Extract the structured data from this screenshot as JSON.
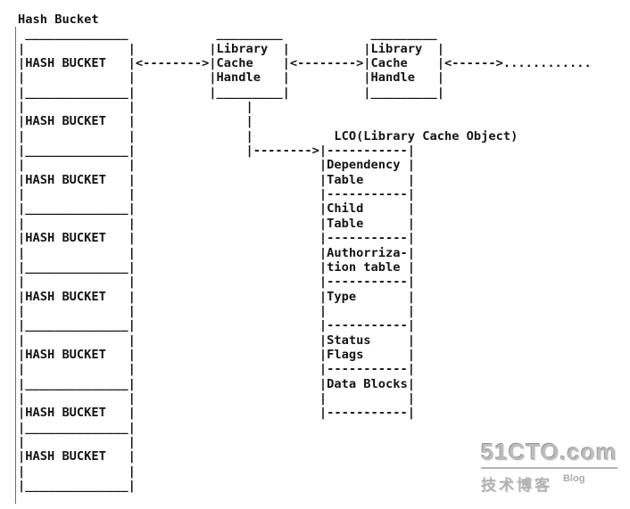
{
  "page": {
    "background_color": "#ffffff",
    "text_color": "#141414",
    "watermark_color": "#b5b5b5"
  },
  "diagram": {
    "title": "Hash Bucket",
    "hash_bucket_labels": [
      "HASH BUCKET",
      "HASH BUCKET",
      "HASH BUCKET",
      "HASH BUCKET",
      "HASH BUCKET",
      "HASH BUCKET",
      "HASH BUCKET",
      "HASH BUCKET"
    ],
    "handle_boxes": [
      {
        "lines": [
          "Library",
          "Cache",
          "Handle"
        ]
      },
      {
        "lines": [
          "Library",
          "Cache",
          "Handle"
        ]
      }
    ],
    "chain_arrows": [
      "<-------->",
      "<-------->",
      "<------>"
    ],
    "chain_continuation_dots": "............",
    "lco": {
      "title": "LCO(Library Cache Object)",
      "link_arrow": "|-------->",
      "sections": [
        {
          "lines": [
            "Dependency",
            "Table"
          ]
        },
        {
          "lines": [
            "Child",
            "Table"
          ]
        },
        {
          "lines": [
            "Authorriza-",
            "tion table"
          ]
        },
        {
          "lines": [
            "Type"
          ]
        },
        {
          "lines": [
            "Status",
            "Flags"
          ]
        },
        {
          "lines": [
            "Data Blocks"
          ]
        }
      ]
    }
  },
  "ascii": {
    "lines": [
      "Hash Bucket",
      " ______________            _________            _________",
      "|              |          |Library  |          |Library  |",
      "|HASH BUCKET   |<-------->|Cache    |<-------->|Cache    |<------>............",
      "|              |          |Handle   |          |Handle   |",
      "|______________|          |_________|          |_________|",
      "|              |               |",
      "|HASH BUCKET   |               |",
      "|              |               |           LCO(Library Cache Object)",
      "|______________|               |-------->|-----------|",
      "|              |                         |Dependency |",
      "|HASH BUCKET   |                         |Table      |",
      "|              |                         |-----------|",
      "|______________|                         |Child      |",
      "|              |                         |Table      |",
      "|HASH BUCKET   |                         |-----------|",
      "|              |                         |Authorriza-|",
      "|______________|                         |tion table |",
      "|              |                         |-----------|",
      "|HASH BUCKET   |                         |Type       |",
      "|              |                         |           |",
      "|______________|                         |-----------|",
      "|              |                         |Status     |",
      "|HASH BUCKET   |                         |Flags      |",
      "|              |                         |-----------|",
      "|______________|                         |Data Blocks|",
      "|              |                         |           |",
      "|HASH BUCKET   |                         |-----------|",
      "|______________|",
      "|              |",
      "|HASH BUCKET   |",
      "|              |",
      "|______________|"
    ]
  },
  "watermark": {
    "logo": "51CTO.com",
    "tagline": "技术博客",
    "blog_label": "Blog"
  }
}
